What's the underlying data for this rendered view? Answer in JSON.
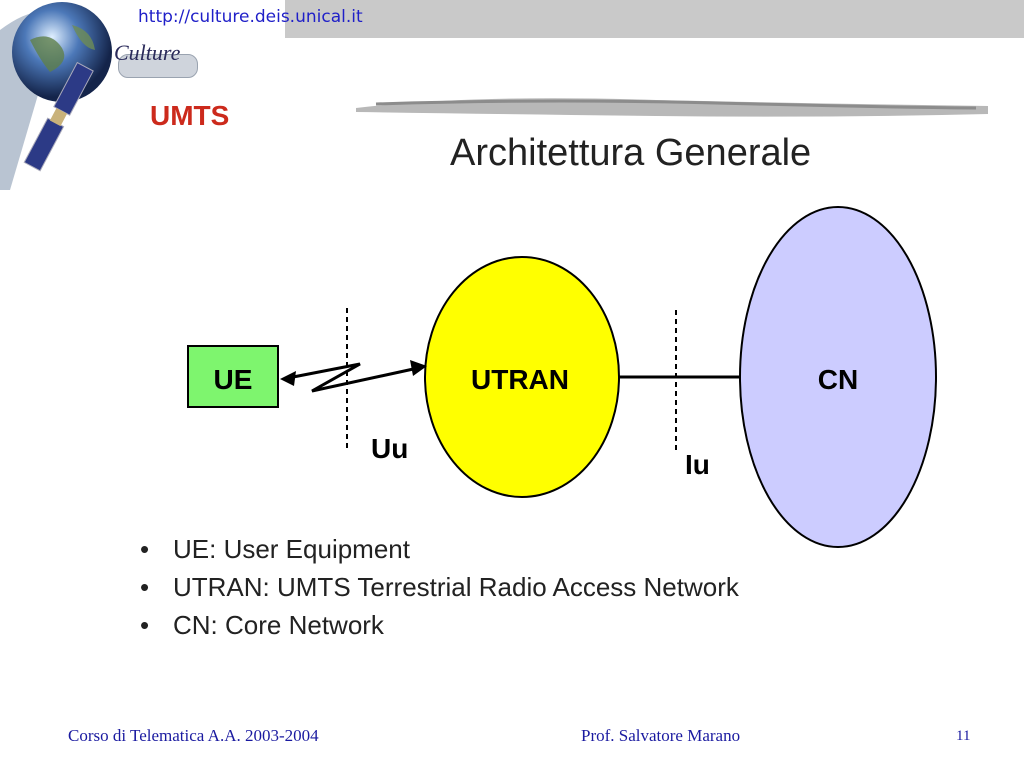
{
  "header": {
    "url": "http://culture.deis.unical.it",
    "brand": "Culture"
  },
  "slide": {
    "section": "UMTS",
    "title": "Architettura Generale"
  },
  "diagram": {
    "nodes": {
      "ue": "UE",
      "utran": "UTRAN",
      "cn": "CN"
    },
    "interfaces": {
      "uu": "Uu",
      "iu": "Iu"
    },
    "colors": {
      "ue_fill": "#7ef56e",
      "utran_fill": "#ffff00",
      "cn_fill": "#ccccff"
    }
  },
  "bullets": [
    "UE: User Equipment",
    "UTRAN: UMTS Terrestrial Radio Access Network",
    "CN: Core Network"
  ],
  "footer": {
    "course": "Corso di Telematica A.A. 2003-2004",
    "author": "Prof. Salvatore Marano",
    "page": "11"
  }
}
